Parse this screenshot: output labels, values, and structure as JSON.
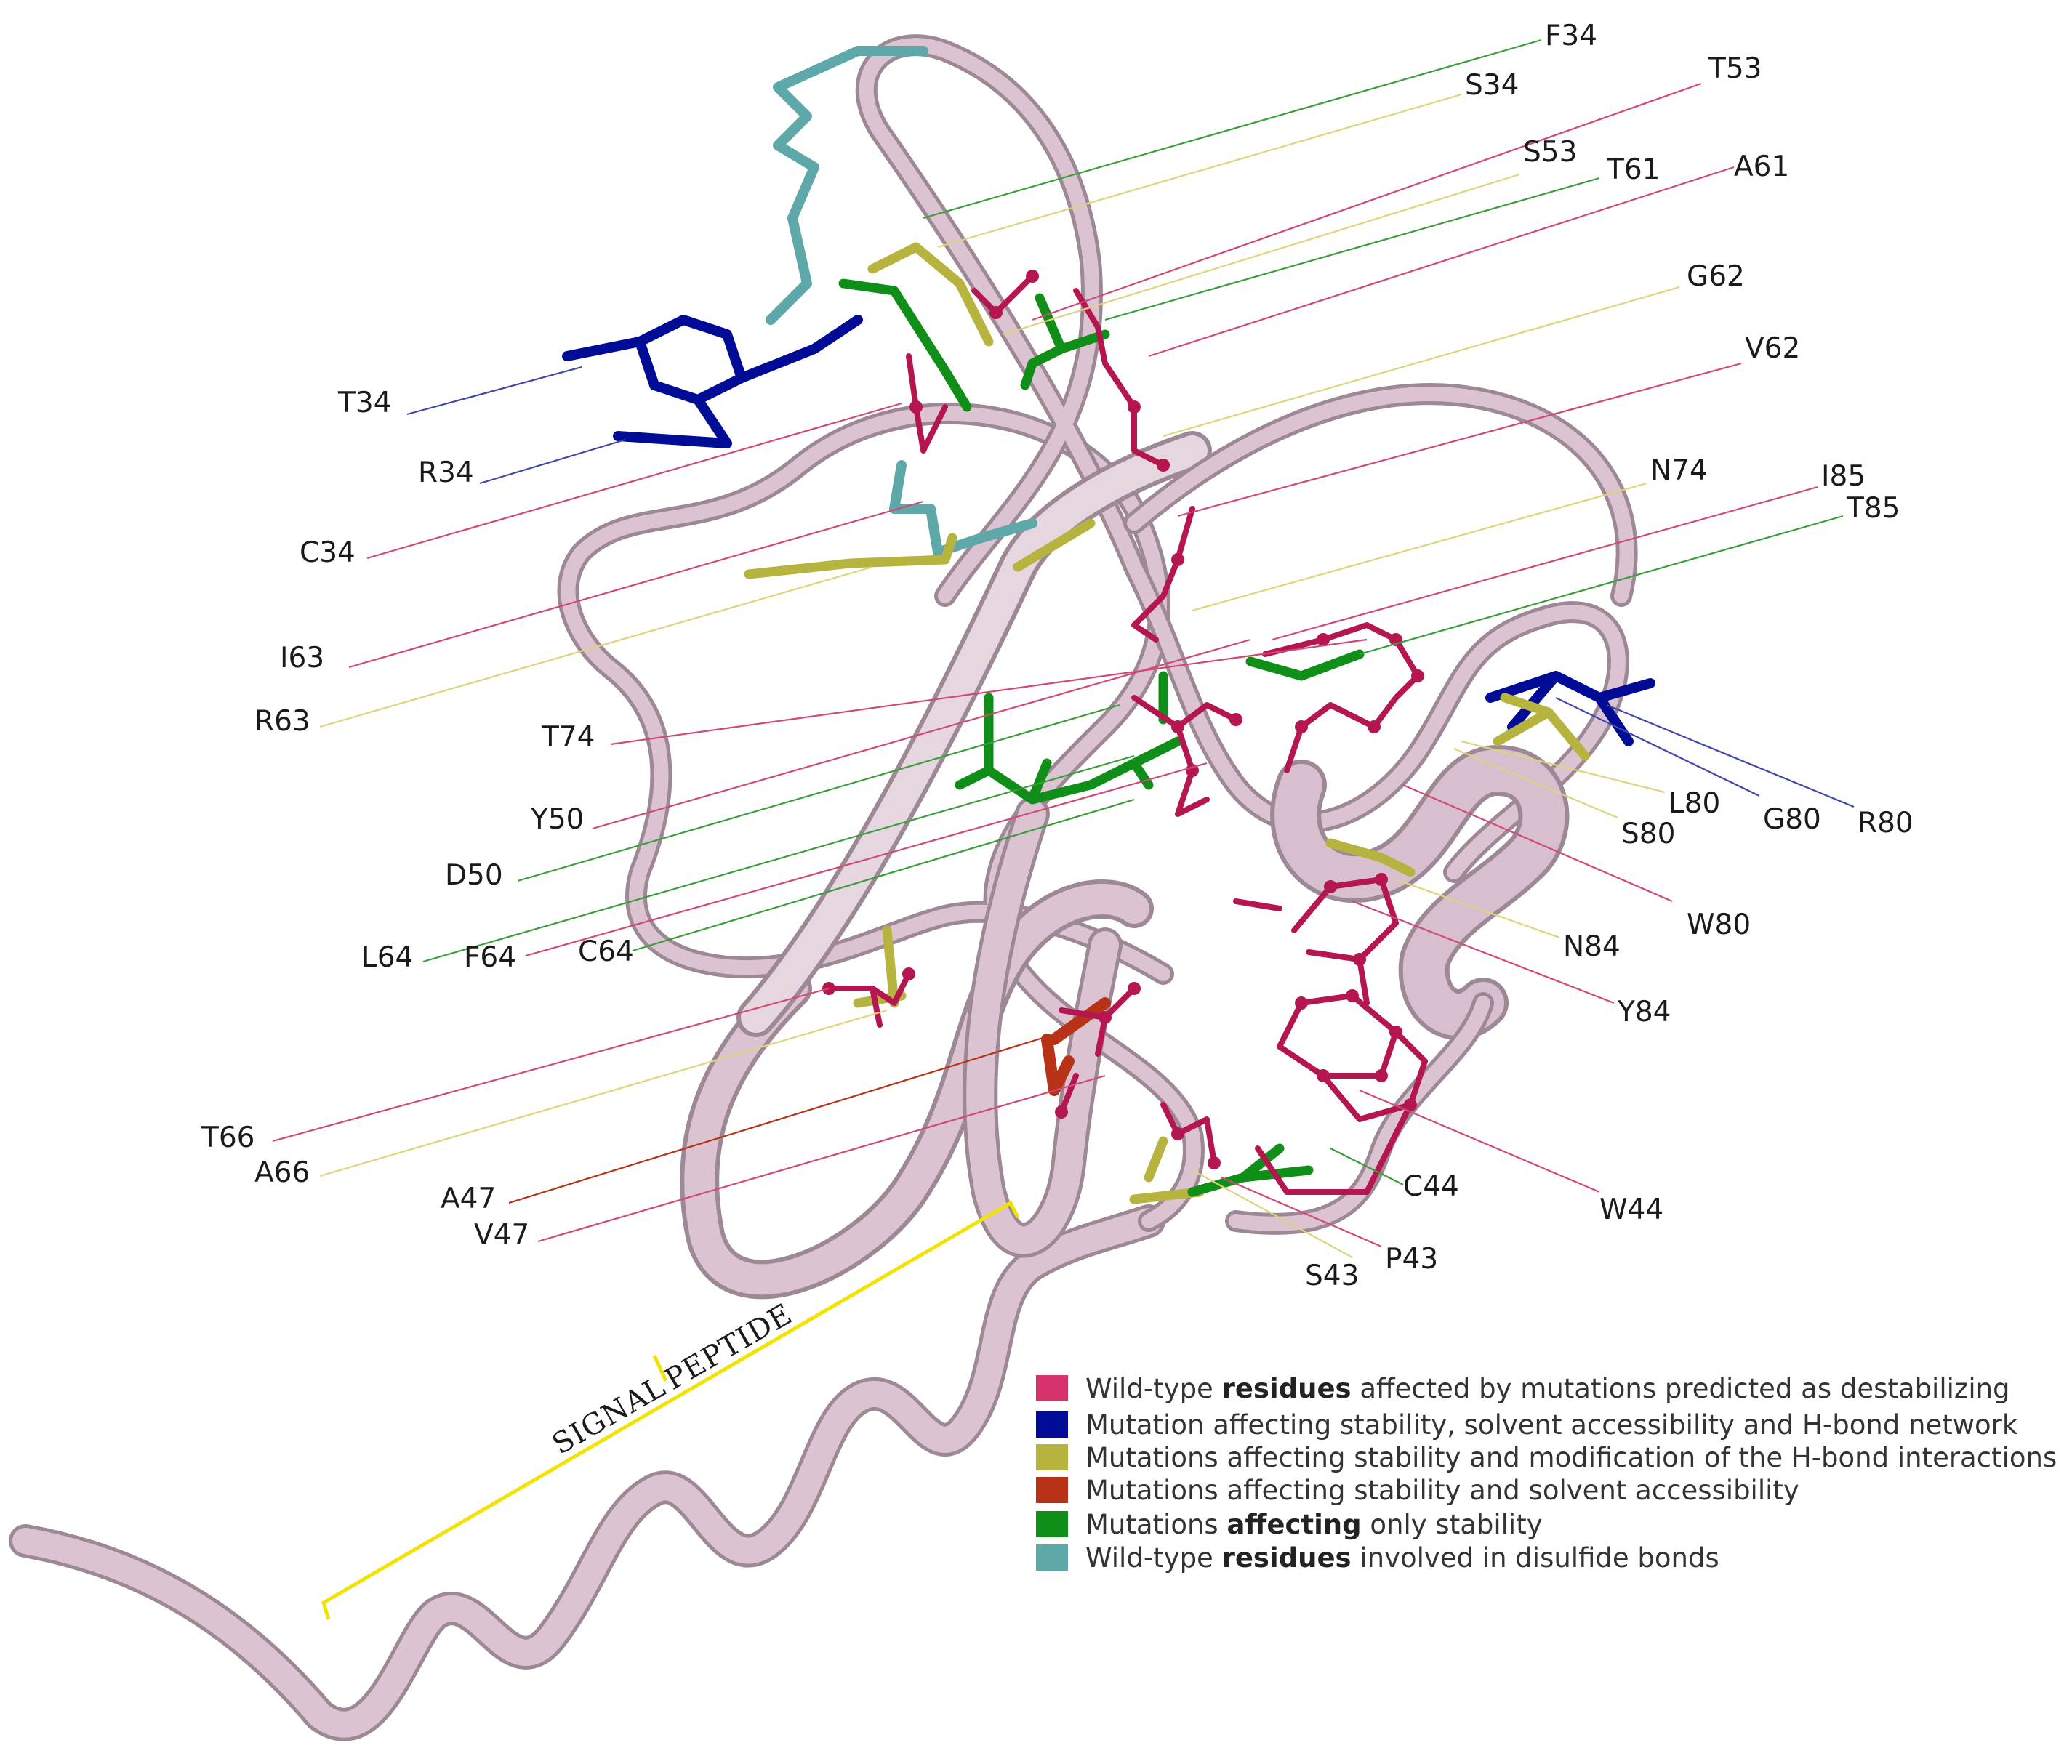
{
  "colors": {
    "destabilizing": "#d6336c",
    "destab_line": "#d14a76",
    "destab_stick": "#b5164f",
    "blue": "#000c96",
    "blue_line": "#3f49a8",
    "olive": "#b7b33f",
    "olive_line": "#ddd47c",
    "orange": "#b83218",
    "green": "#0f8f17",
    "green_line": "#3b9e3b",
    "cyan": "#5fa8a9",
    "ribbon": "#d9bccd",
    "ribbon_edge": "#9d8896",
    "signal_bracket": "#f2e400"
  },
  "signal_peptide": {
    "part1": "SIGNAL",
    "part2": "PEPTIDE"
  },
  "legend": [
    {
      "swatch": "destabilizing",
      "pre": "Wild-type ",
      "bold": "residues",
      "post": " affected by mutations predicted as destabilizing"
    },
    {
      "swatch": "blue",
      "pre": "Mutation affecting stability, solvent accessibility and H-bond network",
      "bold": "",
      "post": ""
    },
    {
      "swatch": "olive",
      "pre": "Mutations affecting stability and modification of the H-bond interactions",
      "bold": "",
      "post": ""
    },
    {
      "swatch": "orange",
      "pre": "Mutations affecting stability and solvent accessibility",
      "bold": "",
      "post": ""
    },
    {
      "swatch": "green",
      "pre": "Mutations ",
      "bold": "affecting",
      "post": " only stability"
    },
    {
      "swatch": "cyan",
      "pre": "Wild-type ",
      "bold": "residues",
      "post": " involved in disulfide bonds"
    }
  ],
  "labels": [
    {
      "id": "F34",
      "text": "F34",
      "color": "green_line"
    },
    {
      "id": "S34",
      "text": "S34",
      "color": "olive_line"
    },
    {
      "id": "T53",
      "text": "T53",
      "color": "destab_line"
    },
    {
      "id": "S53",
      "text": "S53",
      "color": "olive_line"
    },
    {
      "id": "T61",
      "text": "T61",
      "color": "green_line"
    },
    {
      "id": "A61",
      "text": "A61",
      "color": "destab_line"
    },
    {
      "id": "G62",
      "text": "G62",
      "color": "olive_line"
    },
    {
      "id": "V62",
      "text": "V62",
      "color": "destab_line"
    },
    {
      "id": "N74",
      "text": "N74",
      "color": "olive_line"
    },
    {
      "id": "I85",
      "text": "I85",
      "color": "destab_line"
    },
    {
      "id": "T85",
      "text": "T85",
      "color": "green_line"
    },
    {
      "id": "T34",
      "text": "T34",
      "color": "blue_line"
    },
    {
      "id": "R34",
      "text": "R34",
      "color": "blue_line"
    },
    {
      "id": "C34",
      "text": "C34",
      "color": "destab_line"
    },
    {
      "id": "I63",
      "text": "I63",
      "color": "destab_line"
    },
    {
      "id": "R63",
      "text": "R63",
      "color": "olive_line"
    },
    {
      "id": "T74",
      "text": "T74",
      "color": "destab_line"
    },
    {
      "id": "Y50",
      "text": "Y50",
      "color": "destab_line"
    },
    {
      "id": "D50",
      "text": "D50",
      "color": "green_line"
    },
    {
      "id": "L64",
      "text": "L64",
      "color": "green_line"
    },
    {
      "id": "F64",
      "text": "F64",
      "color": "destab_line"
    },
    {
      "id": "C64",
      "text": "C64",
      "color": "green_line"
    },
    {
      "id": "L80",
      "text": "L80",
      "color": "olive_line"
    },
    {
      "id": "G80",
      "text": "G80",
      "color": "blue_line"
    },
    {
      "id": "R80",
      "text": "R80",
      "color": "blue_line"
    },
    {
      "id": "S80",
      "text": "S80",
      "color": "olive_line"
    },
    {
      "id": "W80",
      "text": "W80",
      "color": "destab_line"
    },
    {
      "id": "N84",
      "text": "N84",
      "color": "olive_line"
    },
    {
      "id": "Y84",
      "text": "Y84",
      "color": "destab_line"
    },
    {
      "id": "T66",
      "text": "T66",
      "color": "destab_line"
    },
    {
      "id": "A66",
      "text": "A66",
      "color": "olive_line"
    },
    {
      "id": "A47",
      "text": "A47",
      "color": "orange"
    },
    {
      "id": "V47",
      "text": "V47",
      "color": "destab_line"
    },
    {
      "id": "C44",
      "text": "C44",
      "color": "green_line"
    },
    {
      "id": "W44",
      "text": "W44",
      "color": "destab_line"
    },
    {
      "id": "S43",
      "text": "S43",
      "color": "olive_line"
    },
    {
      "id": "P43",
      "text": "P43",
      "color": "destab_line"
    }
  ]
}
